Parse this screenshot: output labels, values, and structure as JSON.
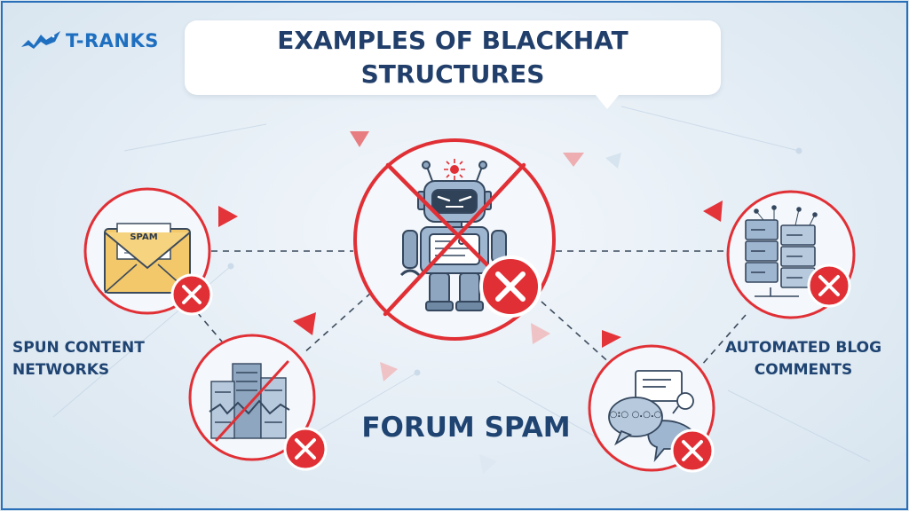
{
  "logo": {
    "text": "T-RANKS",
    "icon": "shark-icon"
  },
  "header": {
    "title": "EXAMPLES OF BLACKHAT STRUCTURES"
  },
  "labels": {
    "spun": "SPUN CONTENT NETWORKS",
    "auto": "AUTOMATED BLOG COMMENTS",
    "forum": "FORUM SPAM"
  },
  "nodes": {
    "envelope": {
      "badge": "SPAM",
      "icon": "envelope-icon"
    },
    "robot": {
      "icon": "robot-icon"
    },
    "servers": {
      "icon": "server-rack-icon"
    },
    "broken_network": {
      "icon": "broken-server-icon"
    },
    "chat": {
      "bubble_text": "○:○ ○.○.○",
      "icon": "chat-bubbles-icon"
    }
  },
  "colors": {
    "accent_red": "#e03036",
    "navy": "#213f6a",
    "logo_blue": "#1f6fc0",
    "ring_fill": "#f4f7fb"
  }
}
